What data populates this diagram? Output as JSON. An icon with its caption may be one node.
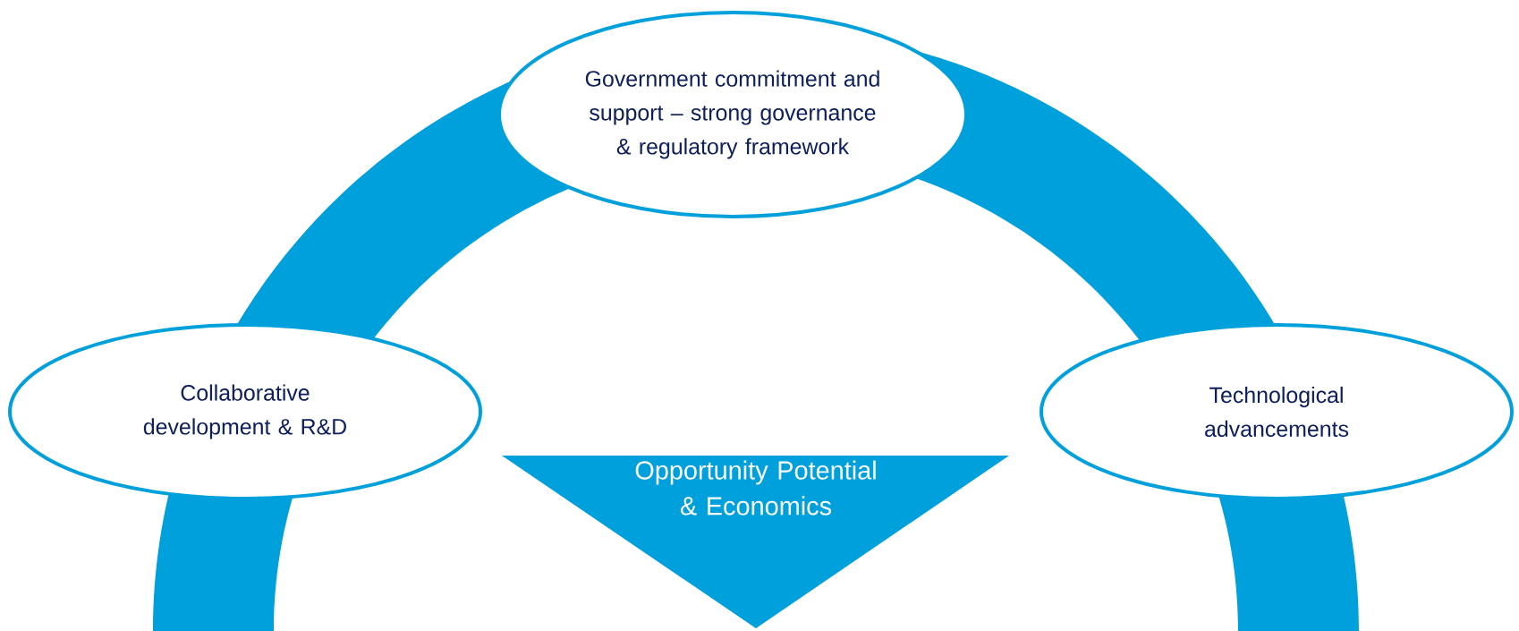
{
  "diagram": {
    "nodes": [
      {
        "text": [
          "Government commitment and support – strong governance & regulatory framework"
        ]
      },
      {
        "text": [
          "Collaborative development & R&D"
        ]
      },
      {
        "text": [
          "Technological advancements"
        ]
      },
      {
        "text": [
          "Opportunity Potential & Economics"
        ]
      }
    ]
  }
}
